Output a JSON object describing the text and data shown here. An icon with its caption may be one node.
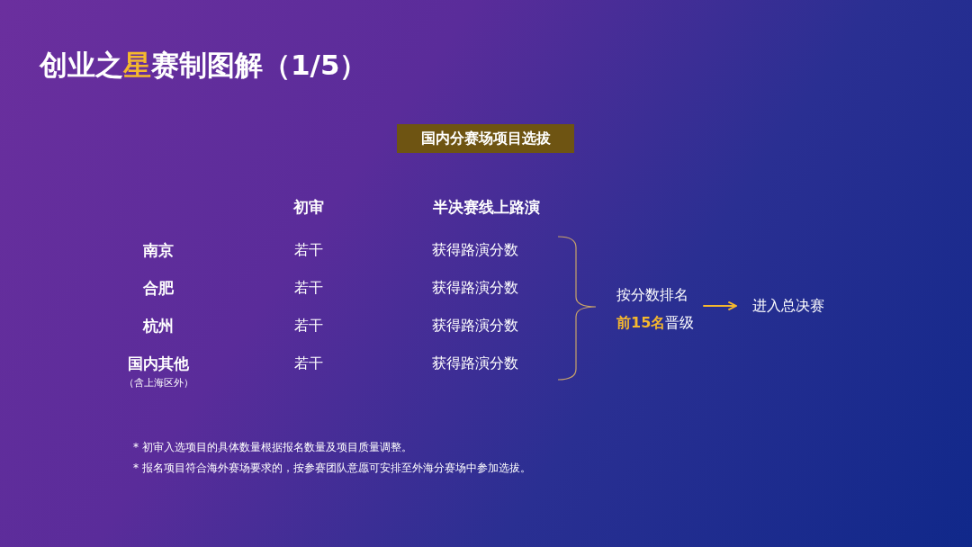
{
  "diagram": {
    "title": "创业之**星**赛制图解（1/5）",
    "nodes": [
      {
        "text": [
          "国内分赛场项目选拔"
        ]
      },
      {
        "text": [
          "按分数排名",
          "**前15名**晋级"
        ]
      },
      {
        "text": [
          "进入总决赛"
        ]
      }
    ],
    "edges": [
      {
        "from": 1,
        "to": 2,
        "arrow": "to"
      }
    ],
    "labels": [
      "初审",
      "半决赛线上路演",
      "南京",
      "若干",
      "获得路演分数",
      "合肥",
      "若干",
      "获得路演分数",
      "杭州",
      "若干",
      "获得路演分数",
      "国内其他",
      "若干",
      "获得路演分数",
      "（含上海区外）",
      "* 初审入选项目的具体数量根据报名数量及项目质量调整。",
      "* 报名项目符合海外赛场要求的，按参赛团队意愿可安排至外海分赛场中参加选拔。"
    ]
  }
}
